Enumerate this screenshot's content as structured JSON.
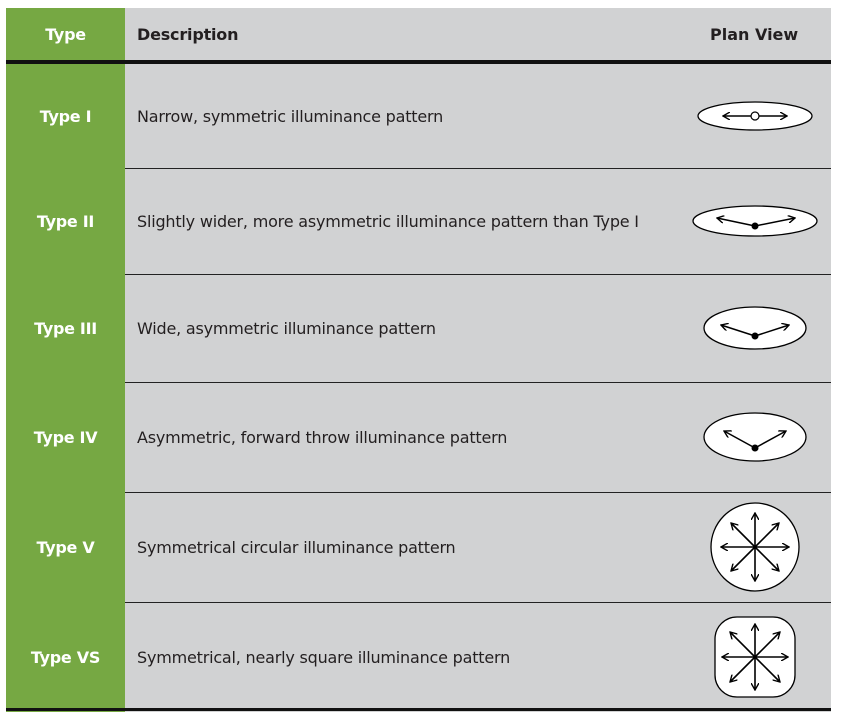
{
  "header": {
    "type": "Type",
    "description": "Description",
    "plan_view": "Plan View"
  },
  "rows": [
    {
      "type": "Type I",
      "description": "Narrow, symmetric illuminance pattern",
      "icon": "type-i-plan-icon"
    },
    {
      "type": "Type II",
      "description": "Slightly wider, more asymmetric illuminance pattern than Type I",
      "icon": "type-ii-plan-icon"
    },
    {
      "type": "Type III",
      "description": "Wide, asymmetric illuminance pattern",
      "icon": "type-iii-plan-icon"
    },
    {
      "type": "Type IV",
      "description": "Asymmetric, forward throw illuminance pattern",
      "icon": "type-iv-plan-icon"
    },
    {
      "type": "Type V",
      "description": "Symmetrical circular illuminance pattern",
      "icon": "type-v-plan-icon"
    },
    {
      "type": "Type VS",
      "description": "Symmetrical, nearly square illuminance pattern",
      "icon": "type-vs-plan-icon"
    }
  ],
  "colors": {
    "type_column": "#76a843",
    "body": "#d1d2d3",
    "rule": "#111111"
  }
}
